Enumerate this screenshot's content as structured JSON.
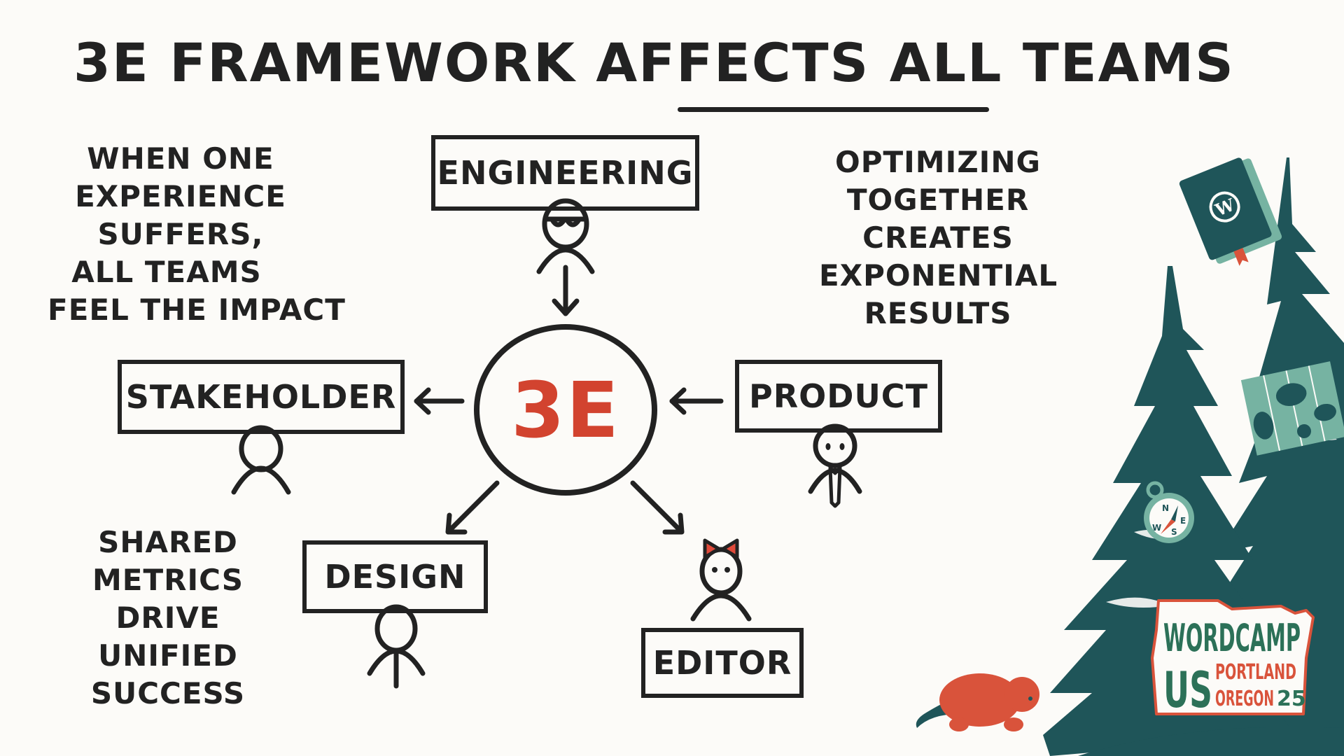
{
  "title": {
    "text": "3E FRAMEWORK AFFECTS ALL TEAMS",
    "underlined_words": "ALL TEAMS"
  },
  "hub": {
    "label": "3E",
    "color": "#d2432f"
  },
  "teams": [
    {
      "id": "engineering",
      "label": "ENGINEERING",
      "avatar": "person-with-sunglasses-icon",
      "arrow": "toward-hub"
    },
    {
      "id": "stakeholder",
      "label": "STAKEHOLDER",
      "avatar": "person-icon",
      "arrow": "away-from-hub"
    },
    {
      "id": "product",
      "label": "PRODUCT",
      "avatar": "person-with-tie-icon",
      "arrow": "toward-hub"
    },
    {
      "id": "design",
      "label": "DESIGN",
      "avatar": "person-with-body-line-icon",
      "arrow": "away-from-hub"
    },
    {
      "id": "editor",
      "label": "EDITOR",
      "avatar": "person-with-bow-icon",
      "arrow": "away-from-hub"
    }
  ],
  "notes": {
    "top_left": [
      "WHEN ONE",
      "EXPERIENCE",
      "SUFFERS,",
      "ALL TEAMS",
      "FEEL THE IMPACT"
    ],
    "top_right": [
      "OPTIMIZING",
      "TOGETHER",
      "CREATES",
      "EXPONENTIAL",
      "RESULTS"
    ],
    "bottom_left": [
      "SHARED",
      "METRICS",
      "DRIVE",
      "UNIFIED",
      "SUCCESS"
    ]
  },
  "branding": {
    "event_line1": "WORDCAMP",
    "event_line2": "US",
    "city": "PORTLAND",
    "state": "OREGON",
    "year": "25",
    "compass_letters": [
      "N",
      "E",
      "S",
      "W"
    ],
    "colors": {
      "tree": "#1f5559",
      "accent_red": "#d9533b",
      "light_teal": "#76b3a2",
      "logo_green": "#2c7158"
    }
  },
  "colors": {
    "background": "#fcfbf8",
    "ink": "#222222",
    "hub_text": "#d2432f",
    "bow": "#e04a3a"
  }
}
